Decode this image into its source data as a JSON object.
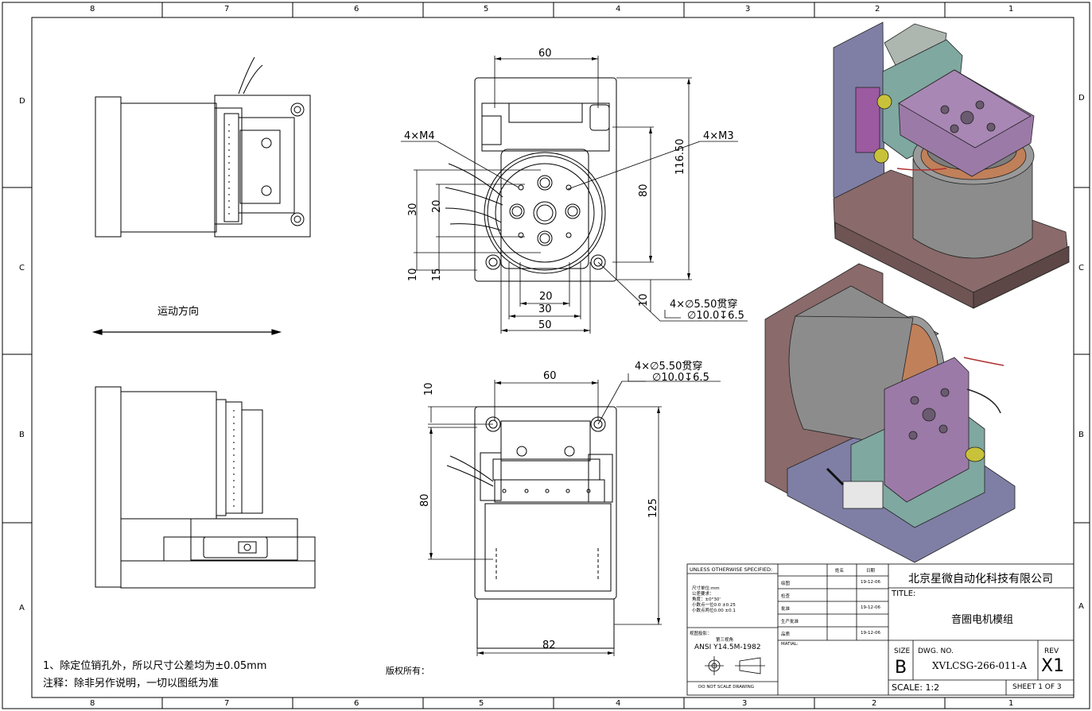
{
  "frame": {
    "columns": [
      "8",
      "7",
      "6",
      "5",
      "4",
      "3",
      "2",
      "1"
    ],
    "rows": [
      "D",
      "C",
      "B",
      "A"
    ]
  },
  "top_view": {
    "motion_label": "运动方向",
    "dims": {
      "w60": "60",
      "h116": "116.50",
      "h80": "80",
      "m4": "4×M4",
      "m3": "4×M3",
      "v30": "30",
      "v20": "20",
      "v10": "10",
      "v15": "15",
      "h20": "20",
      "h30": "30",
      "h50": "50",
      "v10b": "10"
    },
    "hole_note_line1": "4×∅5.50贯穿",
    "hole_note_line2": "∅10.0↧6.5"
  },
  "front_view": {
    "dims": {
      "w60": "60",
      "v10": "10",
      "h80": "80",
      "h125": "125",
      "w82": "82"
    },
    "hole_note_line1": "4×∅5.50贯穿",
    "hole_note_line2": "∅10.0↧6.5"
  },
  "notes": {
    "note1": "1、除定位销孔外，所以尺寸公差均为±0.05mm",
    "note2": "注释：除非另作说明，一切以图纸为准",
    "copyright": "版权所有："
  },
  "title_block": {
    "unless": "UNLESS OTHERWISE SPECIFIED:",
    "spec_lines": [
      "尺寸单位:mm",
      "公差要求：",
      "角度：±0°30'",
      "小数点一位0.0 ±0.25",
      "小数点两位0.00 ±0.1"
    ],
    "projection_label": "视图投影：",
    "projection_sub": "第三视角",
    "standard": "ANSI Y14.5M-1982",
    "do_not_scale": "DO NOT SCALE DRAWING",
    "hdr_name": "姓名",
    "hdr_date": "日期",
    "rows": [
      {
        "role": "绘图",
        "date": "19-12-06"
      },
      {
        "role": "检查",
        "date": ""
      },
      {
        "role": "批准",
        "date": "19-12-06"
      },
      {
        "role": "生产批准",
        "date": ""
      },
      {
        "role": "品质",
        "date": "19-12-06"
      }
    ],
    "material": "MATIAL:",
    "company": "北京星微自动化科技有限公司",
    "title_label": "TITLE:",
    "title": "音圈电机模组",
    "size_label": "SIZE",
    "size": "B",
    "dwg_label": "DWG.  NO.",
    "dwg_no": "XVLCSG-266-011-A",
    "rev_label": "REV",
    "rev": "X1",
    "scale": "SCALE: 1:2",
    "sheet": "SHEET 1 OF 3"
  },
  "colors": {
    "base": "#8a6a6a",
    "plate": "#7f7fa6",
    "slide": "#7fa8a0",
    "bracket": "#9c7aa8",
    "motor": "#8c8c8c",
    "coil": "#c0805a",
    "knob": "#c8c23a"
  }
}
